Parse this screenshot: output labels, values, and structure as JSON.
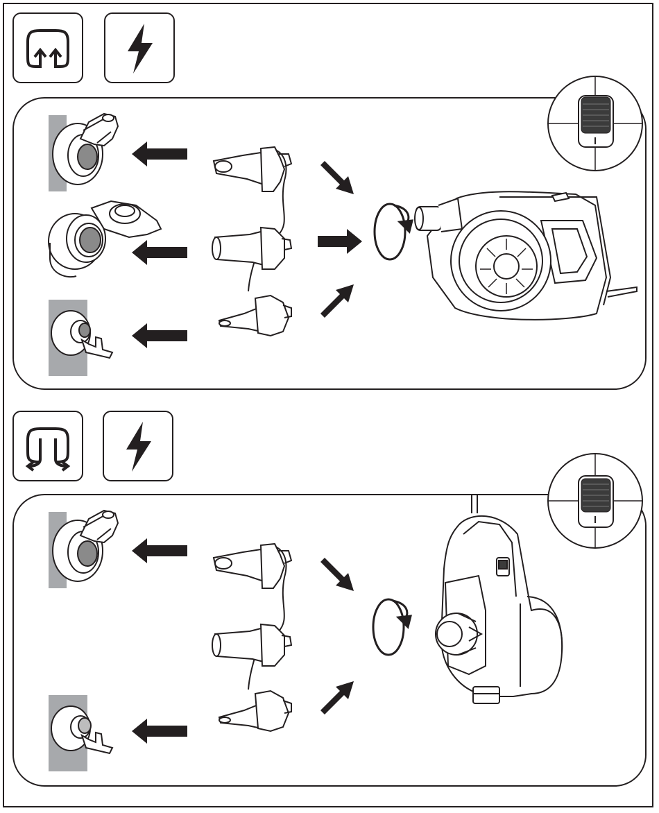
{
  "sections": [
    {
      "id": "inflate",
      "mode_icon": "inflate-mode-icon",
      "power_icon": "lightning-bolt-icon",
      "switch_position": "up",
      "valves": [
        "large-valve-cap-icon",
        "boston-valve-icon",
        "small-pin-valve-icon"
      ],
      "nozzles": [
        "wide-nozzle-icon",
        "medium-nozzle-icon",
        "narrow-nozzle-icon"
      ],
      "rotate_icon": "rotate-clockwise-icon",
      "pump_view": "side"
    },
    {
      "id": "deflate",
      "mode_icon": "deflate-mode-icon",
      "power_icon": "lightning-bolt-icon",
      "switch_position": "down",
      "valves": [
        "large-valve-cap-icon",
        "small-pin-valve-icon"
      ],
      "nozzles": [
        "wide-nozzle-icon",
        "medium-nozzle-icon",
        "narrow-nozzle-icon"
      ],
      "rotate_icon": "rotate-clockwise-icon",
      "pump_view": "front"
    }
  ],
  "colors": {
    "line": "#231f20",
    "wall": "#a7a9ac",
    "fill_light": "#d9d9d9"
  }
}
